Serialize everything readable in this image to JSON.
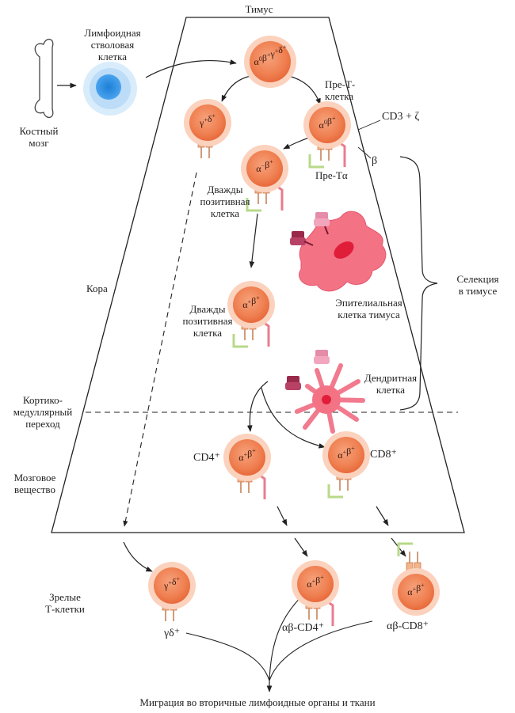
{
  "labels": {
    "thymus": "Тимус",
    "lymphoid_stem_cell": [
      "Лимфоидная",
      "стволовая",
      "клетка"
    ],
    "bone_marrow": [
      "Костный",
      "мозг"
    ],
    "pre_t_cell": [
      "Пре-Т-",
      "клетка"
    ],
    "cd3_zeta": "CD3 + ζ",
    "beta": "β",
    "pre_t_alpha": "Пре-Тα",
    "double_positive_1": [
      "Дважды",
      "позитивная",
      "клетка"
    ],
    "double_positive_2": [
      "Дважды",
      "позитивная",
      "клетка"
    ],
    "cortex": "Кора",
    "epithelial_cell": [
      "Эпителиальная",
      "клетка тимуса"
    ],
    "selection": [
      "Селекция",
      "в тимусе"
    ],
    "dendritic_cell": [
      "Дендритная",
      "клетка"
    ],
    "corticomedullary": [
      "Кортико-",
      "медуллярный",
      "переход"
    ],
    "cd4": "CD4⁺",
    "cd8": "CD8⁺",
    "medulla": [
      "Мозговое",
      "вещество"
    ],
    "mature_t_cells": [
      "Зрелые",
      "Т-клетки"
    ],
    "gd_plus": "γδ⁺",
    "ab_cd4": "αβ-CD4⁺",
    "ab_cd8": "αβ-CD8⁺",
    "migration": "Миграция во вторичные лимфоидные органы и ткани"
  },
  "cells": {
    "a0b0g0d0": {
      "a": "α",
      "as": "0",
      "b": "β",
      "bs": "+",
      "g": "γ",
      "gs": "+",
      "d": "δ",
      "ds": "+"
    },
    "gd_thymus": {
      "a": "γ",
      "as": "+",
      "b": "δ",
      "bs": "+"
    },
    "pre_t": {
      "a": "α",
      "as": "0",
      "b": "β",
      "bs": "+"
    },
    "dp1": {
      "a": "α",
      "as": "−",
      "b": "β",
      "bs": "+"
    },
    "dp2": {
      "a": "α",
      "as": "+",
      "b": "β",
      "bs": "+"
    },
    "cd4_med": {
      "a": "α",
      "as": "+",
      "b": "β",
      "bs": "+"
    },
    "cd8_med": {
      "a": "α",
      "as": "+",
      "b": "β",
      "bs": "+"
    },
    "gd_mature": {
      "a": "γ",
      "as": "+",
      "b": "δ",
      "bs": "+"
    },
    "cd4_mature": {
      "a": "α",
      "as": "+",
      "b": "β",
      "bs": "+"
    },
    "cd8_mature": {
      "a": "α",
      "as": "+",
      "b": "β",
      "bs": "+"
    }
  },
  "colors": {
    "cell_fill": "#f08a5d",
    "cell_halo": "#fbd2bd",
    "stem_core": "#2a8fe0",
    "stem_halo": "#cfe6fa",
    "epithelial": "#f2667a",
    "receptor_pink": "#e97c8e",
    "receptor_green": "#b8d98a",
    "line": "#222222"
  }
}
